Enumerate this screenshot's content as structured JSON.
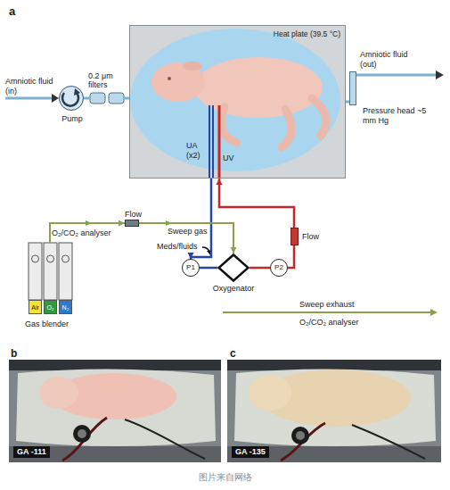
{
  "diagram": {
    "caption": "图片来自网络",
    "nodes": [
      {
        "text": [
          "Heat plate (39.5 °C)"
        ]
      },
      {
        "text": [
          "Pump"
        ]
      },
      {
        "text": [
          "0.2 μm filters"
        ]
      },
      {
        "text": [
          "Pressure head ~5 mm Hg"
        ]
      },
      {
        "text": [
          "P1"
        ]
      },
      {
        "text": [
          "Oxygenator"
        ]
      },
      {
        "text": [
          "P2"
        ]
      },
      {
        "text": [
          "Flow"
        ]
      },
      {
        "text": [
          "Gas blender"
        ]
      },
      {
        "text": [
          "Air"
        ],
        "in": 8
      },
      {
        "text": [
          "O₂"
        ],
        "in": 8
      },
      {
        "text": [
          "N₂"
        ],
        "in": 8
      },
      {
        "text": [
          "Flow"
        ]
      },
      {
        "text": [
          "GA -111"
        ]
      },
      {
        "text": [
          "GA -135"
        ]
      }
    ],
    "edges": [
      {
        "from": 1,
        "to": 2,
        "arrow": "none"
      },
      {
        "from": 2,
        "to": 0,
        "arrow": "none"
      },
      {
        "from": 0,
        "to": 3,
        "arrow": "none"
      },
      {
        "from": 0,
        "to": 4,
        "label": "UA (x2)",
        "arrow": "to"
      },
      {
        "from": 4,
        "to": 5,
        "arrow": "none"
      },
      {
        "from": 5,
        "to": 6,
        "arrow": "none"
      },
      {
        "from": 6,
        "to": 7,
        "arrow": "none"
      },
      {
        "from": 7,
        "to": 0,
        "label": "UV",
        "arrow": "to"
      },
      {
        "from": 8,
        "to": 12,
        "arrow": "to"
      },
      {
        "from": 12,
        "to": 5,
        "label": "Sweep gas",
        "arrow": "to"
      }
    ],
    "labels": [
      "a",
      "Amniotic fluid (in)",
      "Amniotic fluid (out)",
      "Meds/fluids",
      "O₂/CO₂ analyser",
      "Sweep exhaust",
      "O₂/CO₂ analyser",
      "b",
      "c"
    ]
  }
}
